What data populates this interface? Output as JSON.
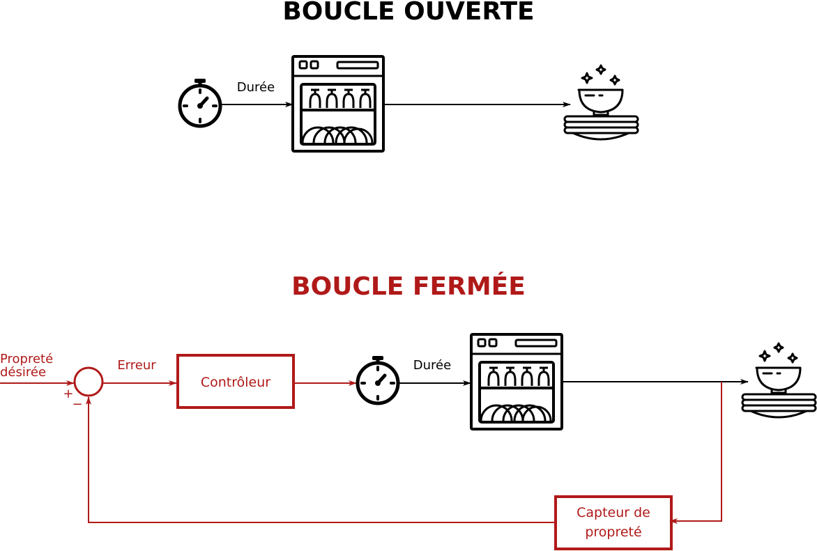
{
  "open_loop": {
    "title": "BOUCLE OUVERTE",
    "duration_label": "Durée"
  },
  "closed_loop": {
    "title": "BOUCLE FERMÉE",
    "input_label_line1": "Propreté",
    "input_label_line2": "désirée",
    "plus_sign": "+",
    "minus_sign": "−",
    "error_label": "Erreur",
    "controller_label": "Contrôleur",
    "duration_label": "Durée",
    "sensor_label_line1": "Capteur de",
    "sensor_label_line2": "propreté"
  },
  "colors": {
    "black": "#000000",
    "red": "#b01919"
  },
  "icons": [
    "stopwatch-icon",
    "dishwasher-icon",
    "clean-dishes-icon"
  ]
}
